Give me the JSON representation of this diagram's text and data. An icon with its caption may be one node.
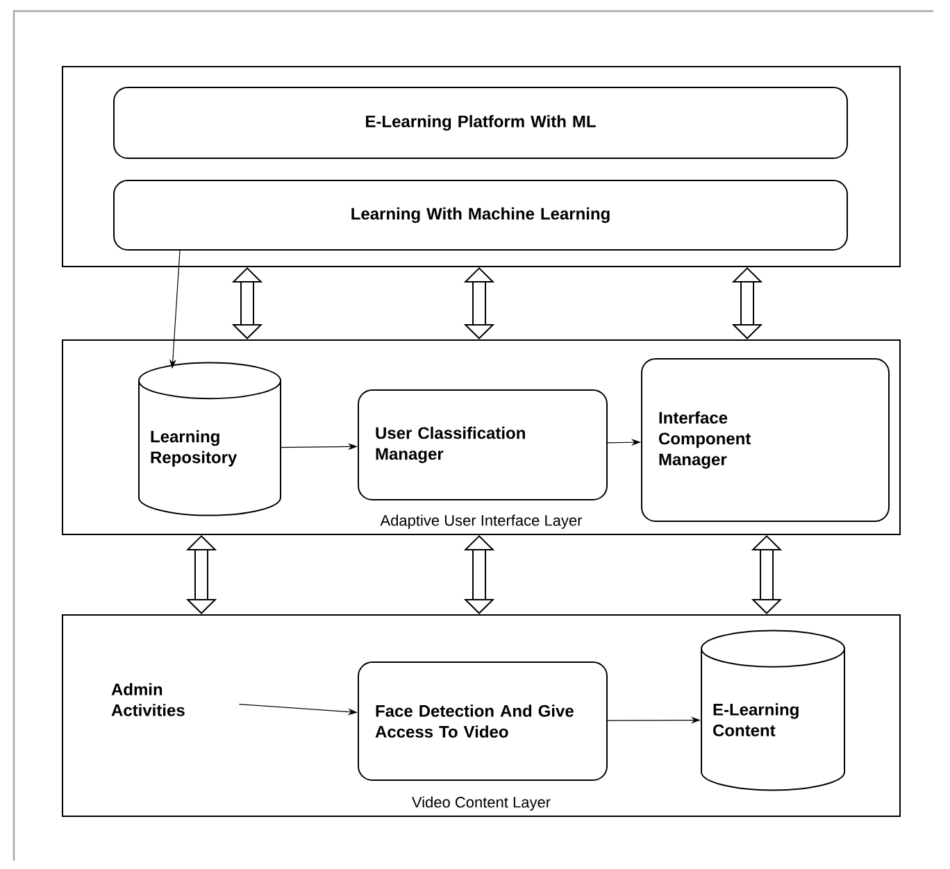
{
  "diagram": {
    "nodes": [
      {
        "text": [],
        "shape": "box"
      },
      {
        "text": [
          "E-Learning Platform With ML"
        ],
        "in": 0
      },
      {
        "text": [
          "Learning With Machine Learning"
        ],
        "in": 0
      },
      {
        "text": [
          "Adaptive User Interface Layer"
        ]
      },
      {
        "text": [
          "Learning Repository"
        ],
        "in": 3
      },
      {
        "text": [
          "User Classification Manager"
        ],
        "in": 3
      },
      {
        "text": [
          "Interface Component Manager"
        ],
        "in": 3
      },
      {
        "text": [
          "Video Content Layer"
        ]
      },
      {
        "text": [
          "Admin Activities"
        ],
        "in": 7
      },
      {
        "text": [
          "Face Detection And Give Access To Video"
        ],
        "in": 7
      },
      {
        "text": [
          "E-Learning Content"
        ],
        "in": 7
      }
    ],
    "edges": [
      {
        "from": 2,
        "to": 4,
        "arrow": "to"
      },
      {
        "from": 4,
        "to": 5,
        "arrow": "to"
      },
      {
        "from": 5,
        "to": 6,
        "arrow": "to"
      },
      {
        "from": 8,
        "to": 9,
        "arrow": "to"
      },
      {
        "from": 9,
        "to": 10,
        "arrow": "to"
      },
      {
        "from": 0,
        "to": 3,
        "arrow": "both"
      },
      {
        "from": 0,
        "to": 3,
        "arrow": "both"
      },
      {
        "from": 0,
        "to": 3,
        "arrow": "both"
      },
      {
        "from": 3,
        "to": 7,
        "arrow": "both"
      },
      {
        "from": 3,
        "to": 7,
        "arrow": "both"
      },
      {
        "from": 3,
        "to": 7,
        "arrow": "both"
      }
    ]
  }
}
